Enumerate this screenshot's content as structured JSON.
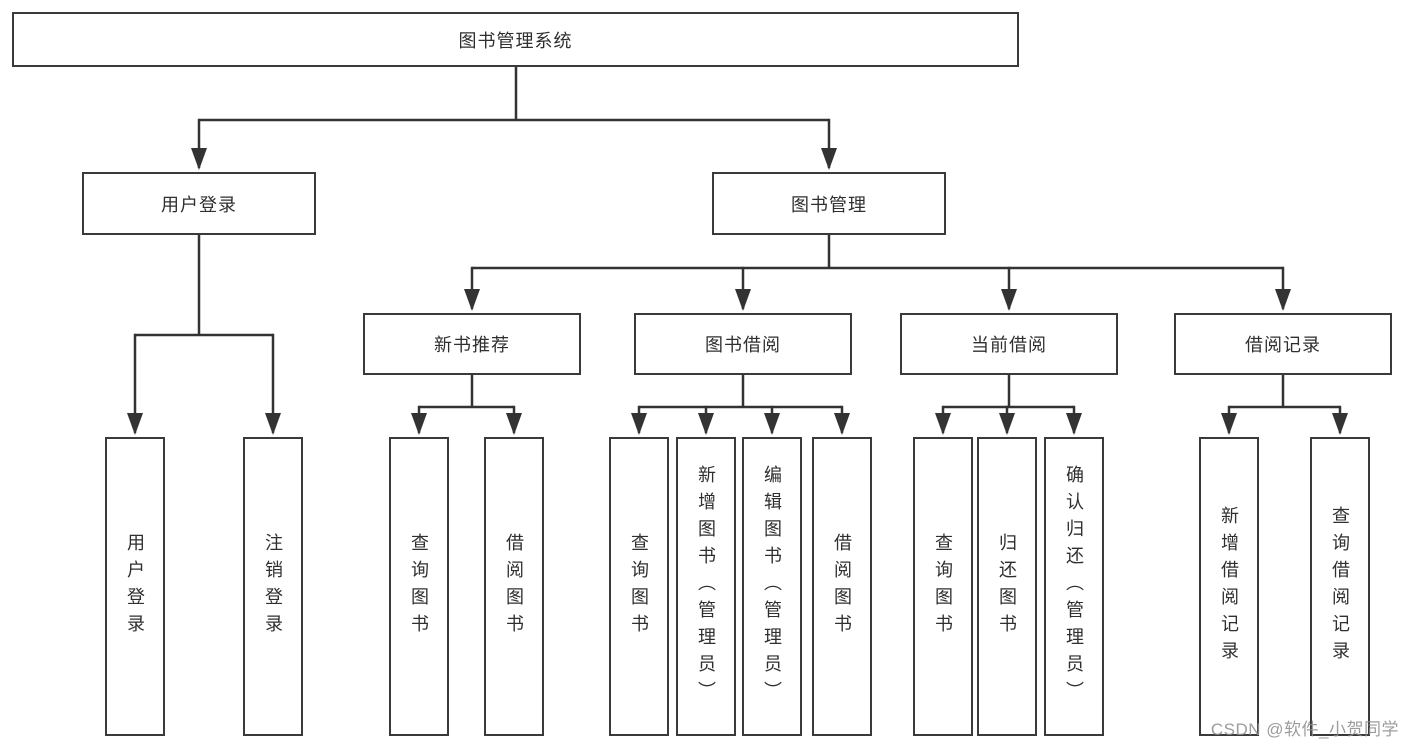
{
  "tree": {
    "root": {
      "label": "图书管理系统",
      "children": [
        {
          "label": "用户登录",
          "children": [
            {
              "label": "用户登录"
            },
            {
              "label": "注销登录"
            }
          ]
        },
        {
          "label": "图书管理",
          "children": [
            {
              "label": "新书推荐",
              "children": [
                {
                  "label": "查询图书"
                },
                {
                  "label": "借阅图书"
                }
              ]
            },
            {
              "label": "图书借阅",
              "children": [
                {
                  "label": "查询图书"
                },
                {
                  "label": "新增图书（管理员）"
                },
                {
                  "label": "编辑图书（管理员）"
                },
                {
                  "label": "借阅图书"
                }
              ]
            },
            {
              "label": "当前借阅",
              "children": [
                {
                  "label": "查询图书"
                },
                {
                  "label": "归还图书"
                },
                {
                  "label": "确认归还（管理员）"
                }
              ]
            },
            {
              "label": "借阅记录",
              "children": [
                {
                  "label": "新增借阅记录"
                },
                {
                  "label": "查询借阅记录"
                }
              ]
            }
          ]
        }
      ]
    }
  },
  "watermark": {
    "text": "CSDN @软件_小贺同学"
  },
  "colors": {
    "line": "#333333",
    "box_border": "#3a3a3a",
    "text": "#2f2f2f",
    "watermark": "#8f8f8f",
    "background": "#ffffff"
  }
}
